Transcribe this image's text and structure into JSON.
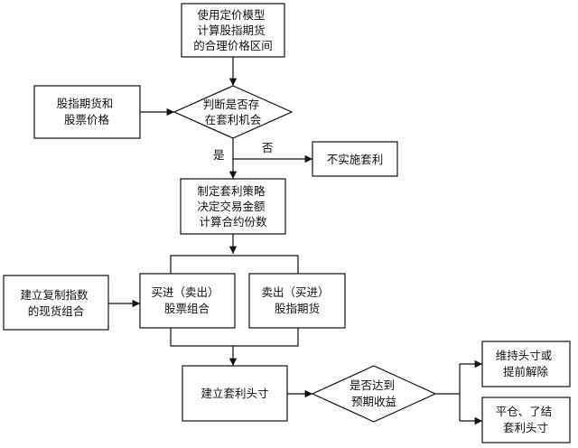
{
  "nodes": {
    "pricing_model": [
      "使用定价模型",
      "计算股指期货",
      "的合理价格区间"
    ],
    "futures_stock_prices": [
      "股指期货和",
      "股票价格"
    ],
    "arbitrage_decision": [
      "判断是否存",
      "在套利机会"
    ],
    "no_arbitrage": [
      "不实施套利"
    ],
    "strategy": [
      "制定套利策略",
      "决定交易金额",
      "计算合约份数"
    ],
    "replicate_index": [
      "建立复制指数",
      "的现货组合"
    ],
    "buy_stock": [
      "买进（卖出）",
      "股票组合"
    ],
    "sell_futures": [
      "卖出（买进）",
      "股指期货"
    ],
    "establish_position": [
      "建立套利头寸"
    ],
    "target_return_decision": [
      "是否达到",
      "预期收益"
    ],
    "maintain_position": [
      "维持头寸或",
      "提前解除"
    ],
    "close_position": [
      "平仓、了结",
      "套利头寸"
    ]
  },
  "labels": {
    "yes": "是",
    "no": "否"
  }
}
